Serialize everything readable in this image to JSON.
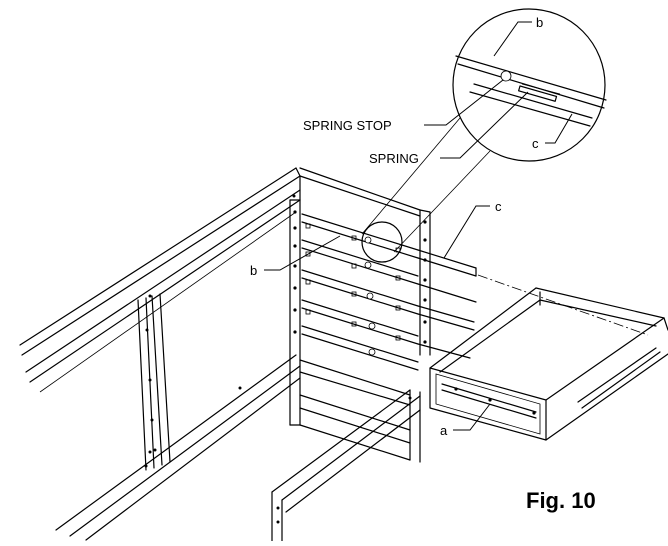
{
  "figure": {
    "caption": "Fig. 10"
  },
  "callouts": {
    "detail_b": "b",
    "spring_stop": "SPRING STOP",
    "spring": "SPRING",
    "detail_c": "c",
    "rail_c": "c",
    "rail_b": "b",
    "drawer_slide_a": "a"
  }
}
